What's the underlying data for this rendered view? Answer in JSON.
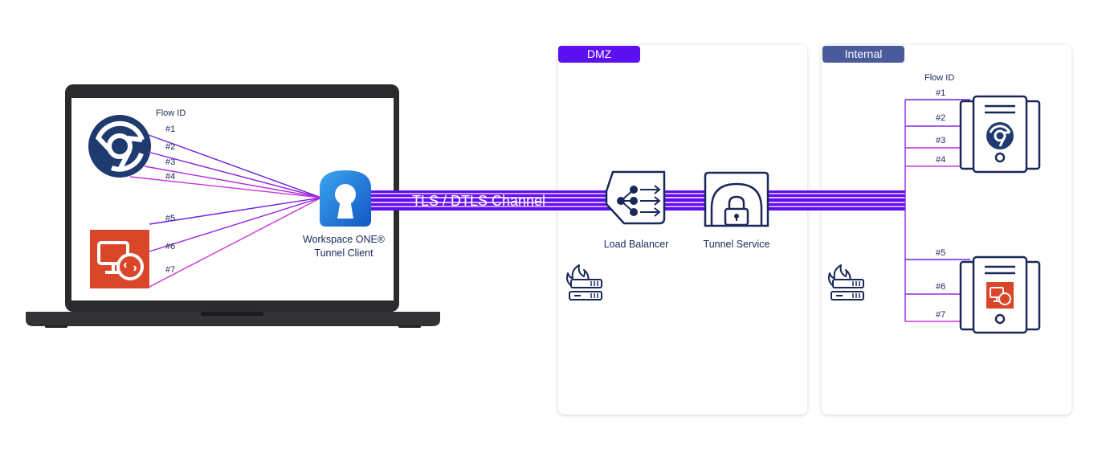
{
  "zones": {
    "dmz_label": "DMZ",
    "internal_label": "Internal"
  },
  "client": {
    "flow_id_label": "Flow ID",
    "flows": [
      "#1",
      "#2",
      "#3",
      "#4",
      "#5",
      "#6",
      "#7"
    ],
    "tunnel_client_line1": "Workspace ONE®",
    "tunnel_client_line2": "Tunnel Client"
  },
  "channel": {
    "label": "TLS / DTLS Channel"
  },
  "dmz": {
    "load_balancer_label": "Load Balancer",
    "tunnel_service_label": "Tunnel Service"
  },
  "internal": {
    "flow_id_label": "Flow ID",
    "flows": [
      "#1",
      "#2",
      "#3",
      "#4",
      "#5",
      "#6",
      "#7"
    ]
  },
  "colors": {
    "dmz_tag": "#5b10ef",
    "internal_tag": "#4a5a9c",
    "navy": "#1a2858",
    "purple_line": "#6a1fe0",
    "magenta_line": "#cc33dd",
    "rdp_orange": "#d9462a",
    "client_blue": "#1e78d8"
  },
  "icons": {
    "browser": "chromium-browser-icon",
    "remote_desktop": "remote-desktop-icon",
    "tunnel_client": "keyhole-shield-icon",
    "load_balancer": "load-balancer-icon",
    "tunnel_service": "padlock-arch-icon",
    "firewall": "firewall-icon",
    "server": "server-icon"
  }
}
